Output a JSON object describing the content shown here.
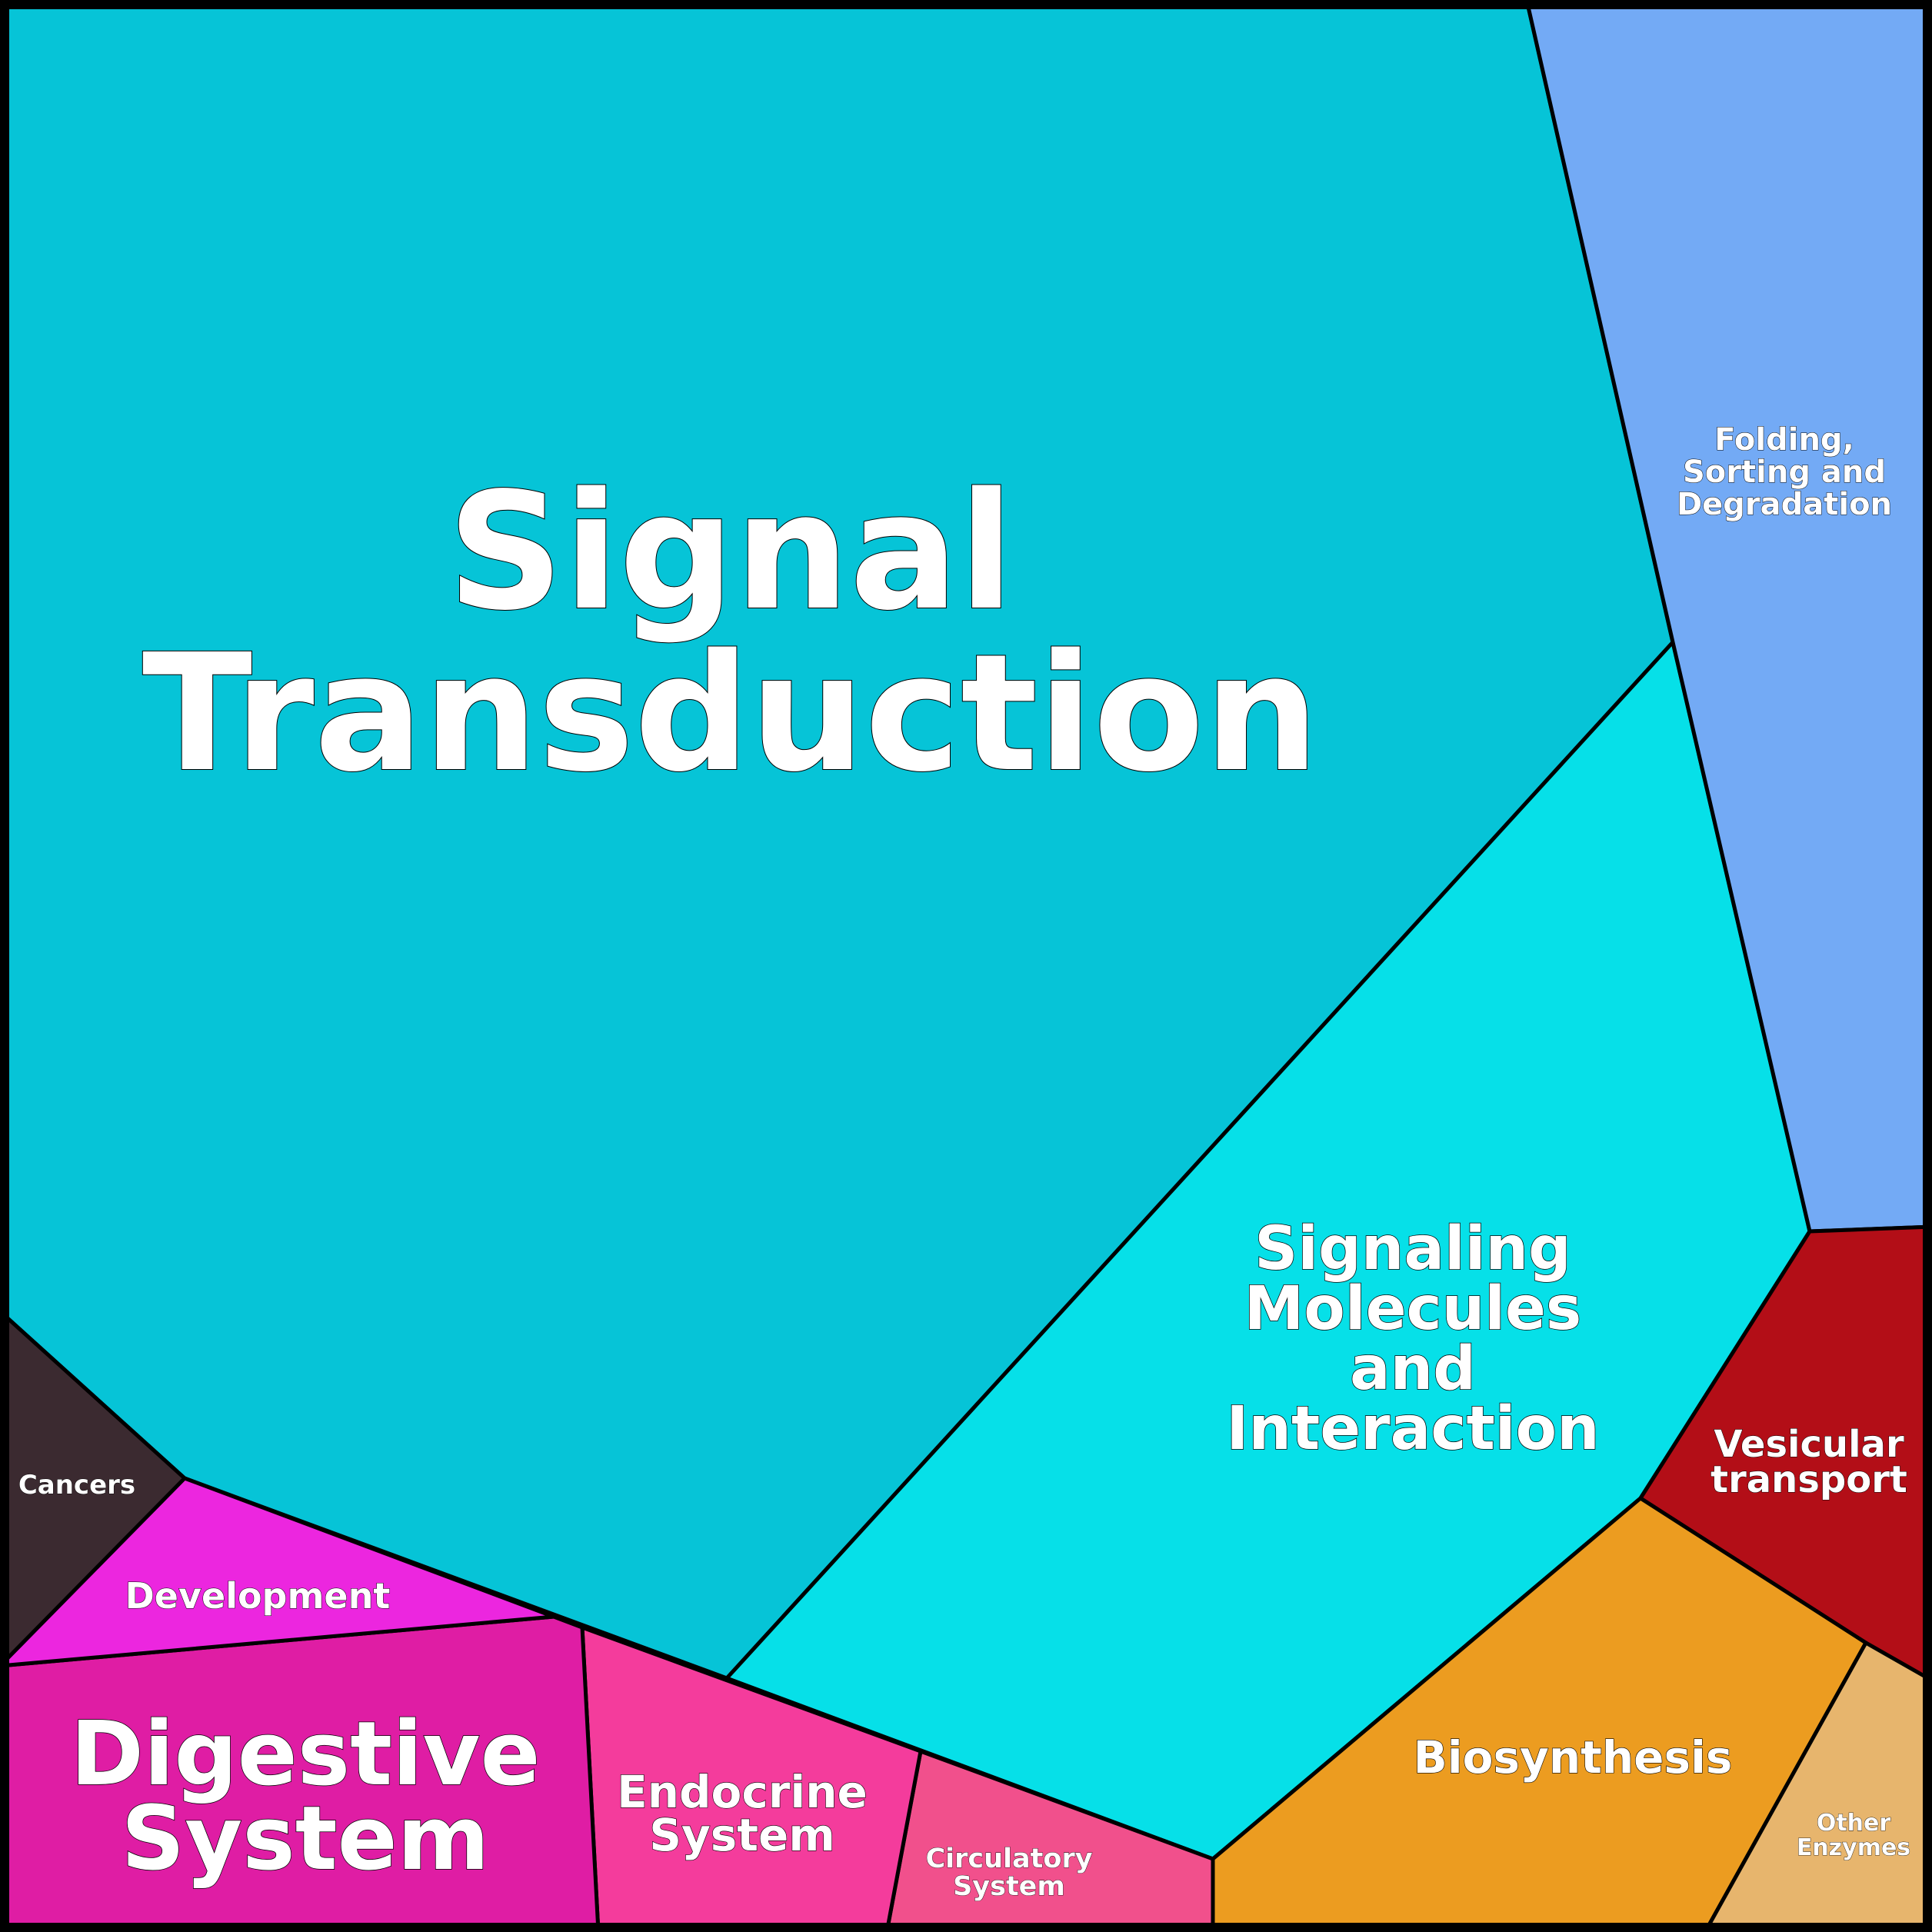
{
  "chart_data": {
    "type": "voronoi-treemap",
    "cells": [
      {
        "key": "signal",
        "label_lines": [
          "Signal",
          "Transduction"
        ],
        "color": "#06C4D7"
      },
      {
        "key": "signaling",
        "label_lines": [
          "Signaling",
          "Molecules",
          "and",
          "Interaction"
        ],
        "color": "#06E0E8"
      },
      {
        "key": "folding",
        "label_lines": [
          "Folding,",
          "Sorting and",
          "Degradation"
        ],
        "color": "#73AAF5"
      },
      {
        "key": "vesicular",
        "label_lines": [
          "Vesicular",
          "transport"
        ],
        "color": "#B30E17"
      },
      {
        "key": "biosynthesis",
        "label_lines": [
          "Biosynthesis"
        ],
        "color": "#EC9C20"
      },
      {
        "key": "other",
        "label_lines": [
          "Other",
          "Enzymes"
        ],
        "color": "#E7B56D"
      },
      {
        "key": "circulatory",
        "label_lines": [
          "Circulatory",
          "System"
        ],
        "color": "#F1508C"
      },
      {
        "key": "endocrine",
        "label_lines": [
          "Endocrine",
          "System"
        ],
        "color": "#F43C9C"
      },
      {
        "key": "digestive",
        "label_lines": [
          "Digestive",
          "System"
        ],
        "color": "#DF1DA4"
      },
      {
        "key": "development",
        "label_lines": [
          "Development"
        ],
        "color": "#EC26DF"
      },
      {
        "key": "cancers",
        "label_lines": [
          "Cancers"
        ],
        "color": "#3B2A30"
      }
    ]
  }
}
